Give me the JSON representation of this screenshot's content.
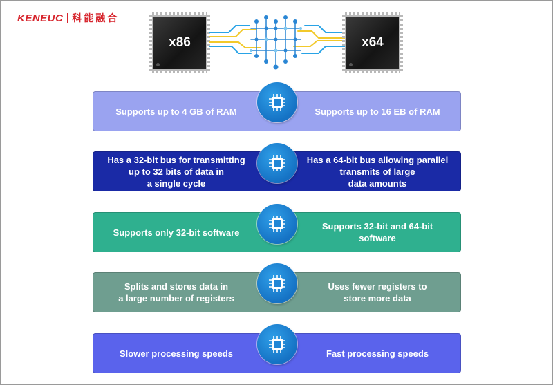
{
  "logo": {
    "brand": "KENEUC",
    "cn": "科能融合"
  },
  "chips": {
    "left": "x86",
    "right": "x64"
  },
  "colors": {
    "row1": "#9aa3f0",
    "row2": "#1a2aa6",
    "row3": "#2fb08f",
    "row4": "#6f9e90",
    "row5": "#5a63ec",
    "badge": "#1f86d6",
    "brand": "#d7262e"
  },
  "rows": [
    {
      "left": "Supports up to 4 GB of RAM",
      "right": "Supports up to 16 EB of RAM"
    },
    {
      "left": "Has a 32-bit bus for transmitting\nup to 32 bits of data in\na single cycle",
      "right": "Has a 64-bit bus allowing parallel\ntransmits of large\ndata amounts"
    },
    {
      "left": "Supports only 32-bit software",
      "right": "Supports 32-bit and 64-bit\nsoftware"
    },
    {
      "left": "Splits and stores data in\na large number of registers",
      "right": "Uses fewer registers to\nstore more data"
    },
    {
      "left": "Slower processing speeds",
      "right": "Fast processing speeds"
    }
  ]
}
